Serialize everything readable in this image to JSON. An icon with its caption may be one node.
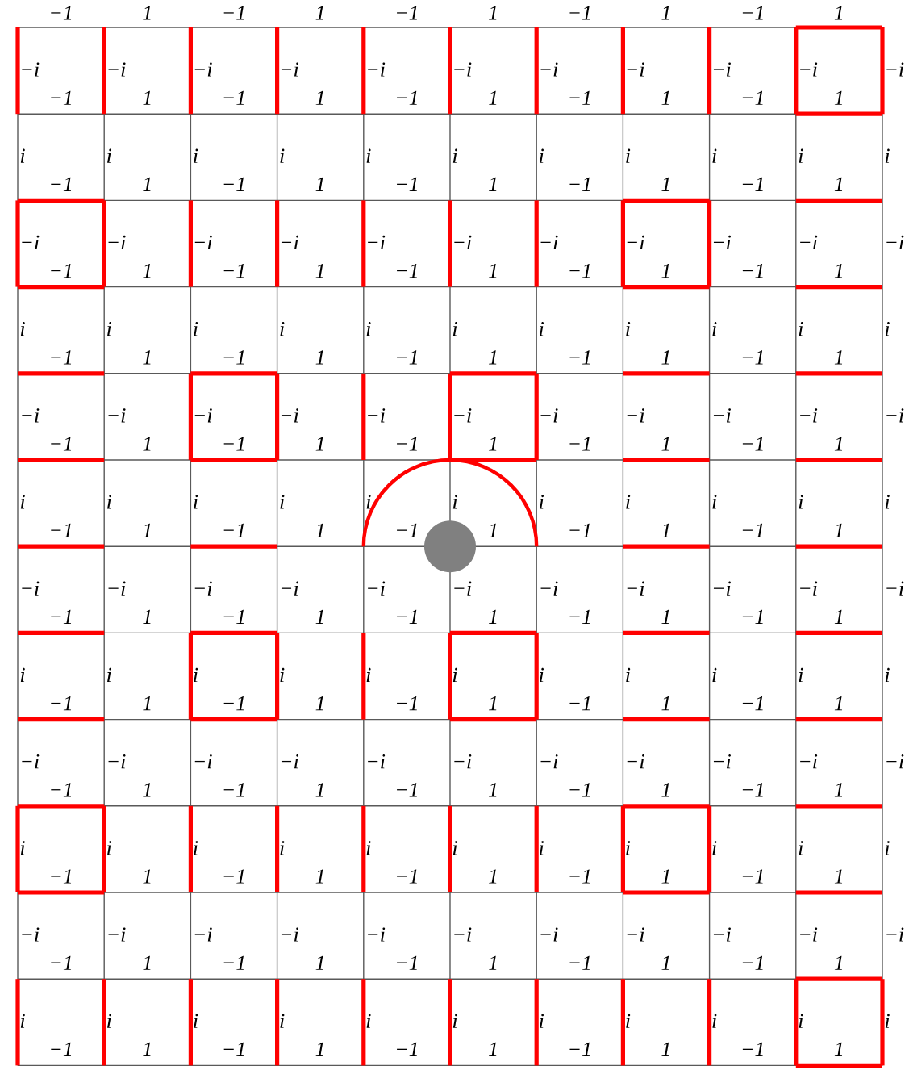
{
  "diagram": {
    "labels": [
      "−1",
      "1",
      "−1",
      "1",
      "−1",
      "1",
      "−1",
      "1",
      "−1",
      "1",
      "−i",
      "−1",
      "−i",
      "1",
      "−i",
      "−1",
      "−i",
      "1",
      "−i",
      "−1",
      "−i",
      "1",
      "−i",
      "−1",
      "−i",
      "1",
      "−i",
      "−1",
      "−i",
      "1",
      "−i",
      "i",
      "−1",
      "i",
      "1",
      "i",
      "−1",
      "i",
      "1",
      "i",
      "−1",
      "i",
      "1",
      "i",
      "−1",
      "i",
      "1",
      "i",
      "−1",
      "i",
      "1",
      "i",
      "−i",
      "−1",
      "−i",
      "1",
      "−i",
      "−1",
      "−i",
      "1",
      "−i",
      "−1",
      "−i",
      "1",
      "−i",
      "−1",
      "−i",
      "1",
      "−i",
      "−1",
      "−i",
      "1",
      "−i",
      "i",
      "−1",
      "i",
      "1",
      "i",
      "−1",
      "i",
      "1",
      "i",
      "−1",
      "i",
      "1",
      "i",
      "−1",
      "i",
      "1",
      "i",
      "−1",
      "i",
      "1",
      "i",
      "−i",
      "−1",
      "−i",
      "1",
      "−i",
      "−1",
      "−i",
      "1",
      "−i",
      "−1",
      "−i",
      "1",
      "−i",
      "−1",
      "−i",
      "1",
      "−i",
      "−1",
      "−i",
      "1",
      "−i",
      "i",
      "−1",
      "i",
      "1",
      "i",
      "−1",
      "i",
      "1",
      "i",
      "−1",
      "i",
      "1",
      "i",
      "−1",
      "i",
      "1",
      "i",
      "−1",
      "i",
      "1",
      "i",
      "−i",
      "−1",
      "−i",
      "1",
      "−i",
      "−1",
      "−i",
      "1",
      "−i",
      "−1",
      "−i",
      "1",
      "−i",
      "−1",
      "−i",
      "1",
      "−i",
      "−1",
      "−i",
      "1",
      "−i",
      "i",
      "−1",
      "i",
      "1",
      "i",
      "−1",
      "i",
      "1",
      "i",
      "−1",
      "i",
      "1",
      "i",
      "−1",
      "i",
      "1",
      "i",
      "−1",
      "i",
      "1",
      "i",
      "−i",
      "−1",
      "−i",
      "1",
      "−i",
      "−1",
      "−i",
      "1",
      "−i",
      "−1",
      "−i",
      "1",
      "−i",
      "−1",
      "−i",
      "1",
      "−i",
      "−1",
      "−i",
      "1",
      "−i",
      "i",
      "−1",
      "i",
      "1",
      "i",
      "−1",
      "i",
      "1",
      "i",
      "−1",
      "i",
      "1",
      "i",
      "−1",
      "i",
      "1",
      "i",
      "−1",
      "i",
      "1",
      "i",
      "−i",
      "−1",
      "−i",
      "1",
      "−i",
      "−1",
      "−i",
      "1",
      "−i",
      "−1",
      "−i",
      "1",
      "−i",
      "−1",
      "−i",
      "1",
      "−i",
      "−1",
      "−i",
      "1",
      "−i",
      "i",
      "−1",
      "i",
      "1",
      "i",
      "−1",
      "i",
      "1",
      "i",
      "−1",
      "i",
      "1",
      "i",
      "−1",
      "i",
      "1",
      "i",
      "−1",
      "i",
      "1",
      "i"
    ]
  }
}
